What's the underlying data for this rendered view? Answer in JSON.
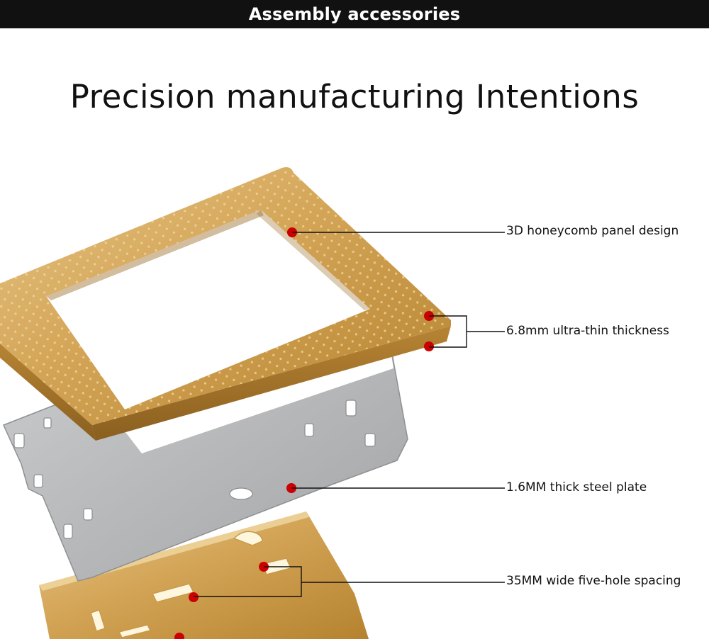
{
  "banner": {
    "title": "Assembly accessories"
  },
  "headline": "Precision manufacturing Intentions",
  "callouts": [
    {
      "label": "3D honeycomb panel design"
    },
    {
      "label": "6.8mm ultra-thin thickness"
    },
    {
      "label": "1.6MM thick steel plate"
    },
    {
      "label": "35MM wide five-hole spacing"
    }
  ],
  "colors": {
    "gold": "#c99b45",
    "gold_light": "#e3c07a",
    "gold_dark": "#8a6222",
    "steel": "#b6b7b9",
    "marker": "#cc0000",
    "banner_bg": "#111111"
  }
}
